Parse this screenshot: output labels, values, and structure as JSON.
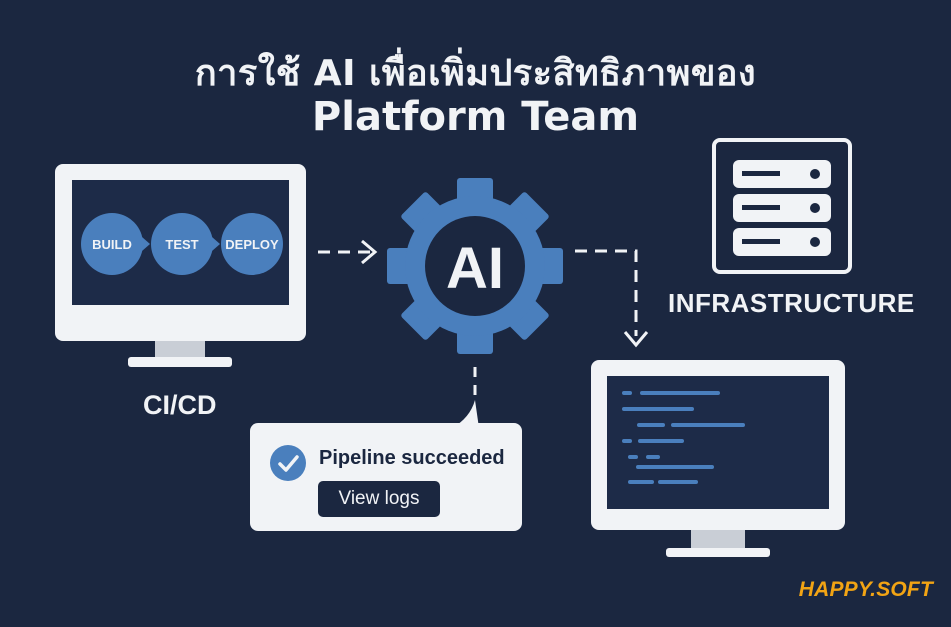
{
  "title": {
    "line1": "การใช้ AI เพื่อเพิ่มประสิทธิภาพของ",
    "line2": "Platform Team"
  },
  "cicd": {
    "label": "CI/CD",
    "stages": [
      "BUILD",
      "TEST",
      "DEPLOY"
    ]
  },
  "ai_gear": {
    "label": "AI"
  },
  "infrastructure": {
    "label": "INFRASTRUCTURE"
  },
  "notification": {
    "message": "Pipeline succeeded",
    "button_label": "View logs"
  },
  "brand": {
    "logo_text": "HAPPY.SOFT"
  },
  "colors": {
    "background": "#1b2740",
    "accent": "#4a7fbd",
    "light": "#f1f3f6",
    "brand": "#f2a414"
  }
}
